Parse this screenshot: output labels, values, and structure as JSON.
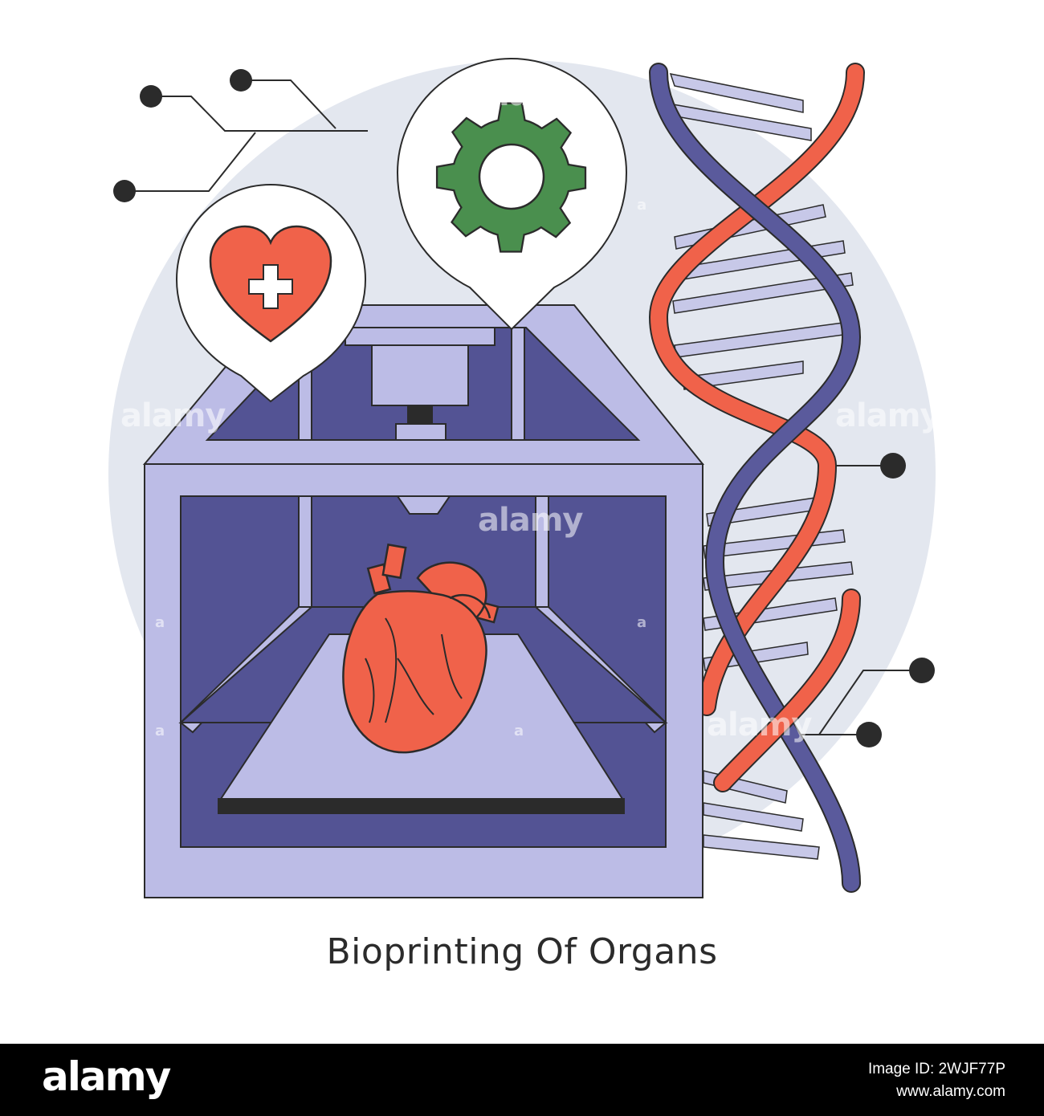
{
  "caption": "Bioprinting Of Organs",
  "watermark": "alamy",
  "watermark_small": "a",
  "footer": {
    "brand": "alamy",
    "image_id_label": "Image ID: 2WJF77P",
    "site": "www.alamy.com"
  },
  "icons": {
    "health": "heart-plus-icon",
    "settings": "gear-icon",
    "organ": "heart-organ-icon",
    "genetics": "dna-helix-icon",
    "device": "3d-bioprinter-icon"
  },
  "colors": {
    "background_circle": "#e3e7ef",
    "printer_light": "#bcbce6",
    "printer_dark": "#535394",
    "organ_red": "#f0624a",
    "gear_green": "#4a8f4e",
    "dna_blue": "#5a5a9c",
    "outline": "#2b2b2b"
  }
}
